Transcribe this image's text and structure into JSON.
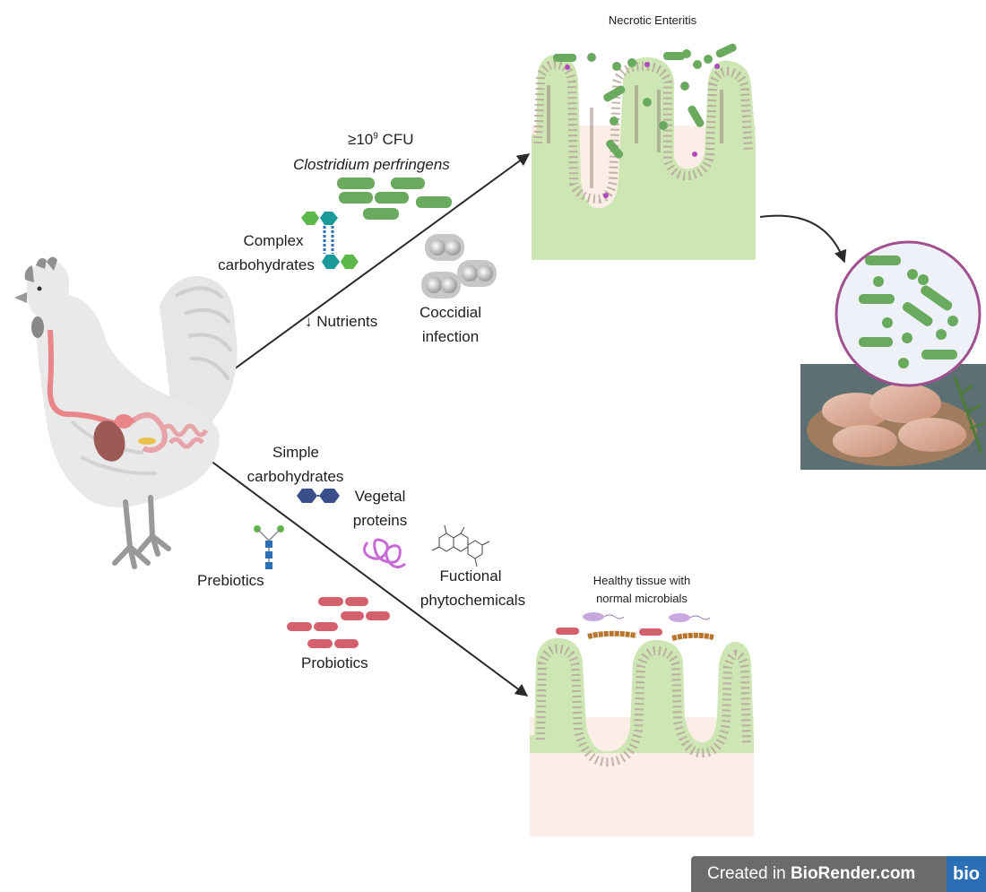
{
  "labels": {
    "necrotic_enteritis": "Necrotic Enteritis",
    "cfu_prefix": "≥10",
    "cfu_exponent": "9",
    "cfu_suffix": " CFU",
    "clostridium": "Clostridium perfringens",
    "complex_carbs_line1": "Complex",
    "complex_carbs_line2": "carbohydrates",
    "nutrients": "↓ Nutrients",
    "coccidial_line1": "Coccidial",
    "coccidial_line2": "infection",
    "simple_carbs_line1": "Simple",
    "simple_carbs_line2": "carbohydrates",
    "vegetal_line1": "Vegetal",
    "vegetal_line2": "proteins",
    "fuctional_line1": "Fuctional",
    "fuctional_line2": "phytochemicals",
    "prebiotics": "Prebiotics",
    "probiotics": "Probiotics",
    "healthy_line1": "Healthy tissue with",
    "healthy_line2": "normal microbials"
  },
  "badge": {
    "prefix": "Created in ",
    "brand": "BioRender.com",
    "logo": "bio"
  },
  "colors": {
    "bacteria_green": "#6aaa5e",
    "probiotic_red": "#d4606e",
    "villus_green": "#cde6b4",
    "tissue_beige": "#fbeee6",
    "hex_teal": "#1a9a9a",
    "hex_green": "#5cb848",
    "hex_navy": "#3a4e8c"
  },
  "icons": [
    "rooster-icon",
    "chicken-legs-photo",
    "magnifier-circle-icon",
    "coccidia-oocyst-icon",
    "prebiotic-glycan-icon",
    "protein-coil-icon",
    "phytochemical-structure-icon"
  ]
}
